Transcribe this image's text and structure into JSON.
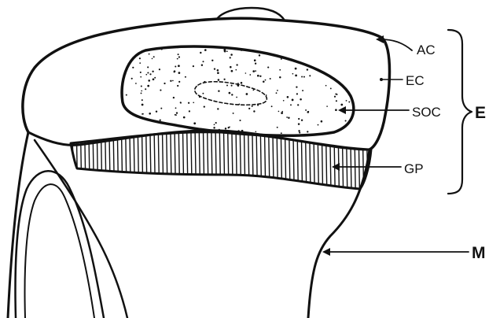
{
  "labels": {
    "ac": "AC",
    "ec": "EC",
    "soc": "SOC",
    "gp": "GP",
    "e": "E",
    "m": "M"
  },
  "colors": {
    "ink": "#111111",
    "paper": "#ffffff"
  }
}
